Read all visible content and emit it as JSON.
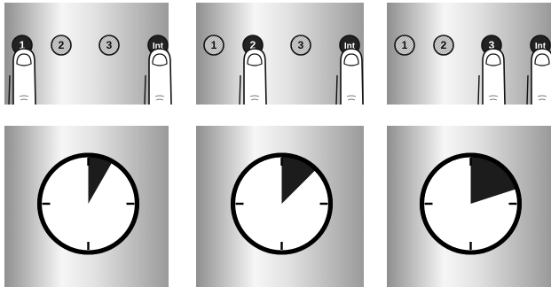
{
  "buttons": {
    "labels": [
      "1",
      "2",
      "3",
      "Int"
    ]
  },
  "steps": [
    {
      "pressed": [
        "1",
        "Int"
      ],
      "timer_fraction": 0.083
    },
    {
      "pressed": [
        "2",
        "Int"
      ],
      "timer_fraction": 0.125
    },
    {
      "pressed": [
        "3",
        "Int"
      ],
      "timer_fraction": 0.2
    }
  ],
  "colors": {
    "panel_edge": "#8f8f8f",
    "panel_center": "#f3f3f3",
    "button_pressed": "#222222",
    "button_idle": "#d8d8d8",
    "timer_fill": "#1c1c1c"
  }
}
